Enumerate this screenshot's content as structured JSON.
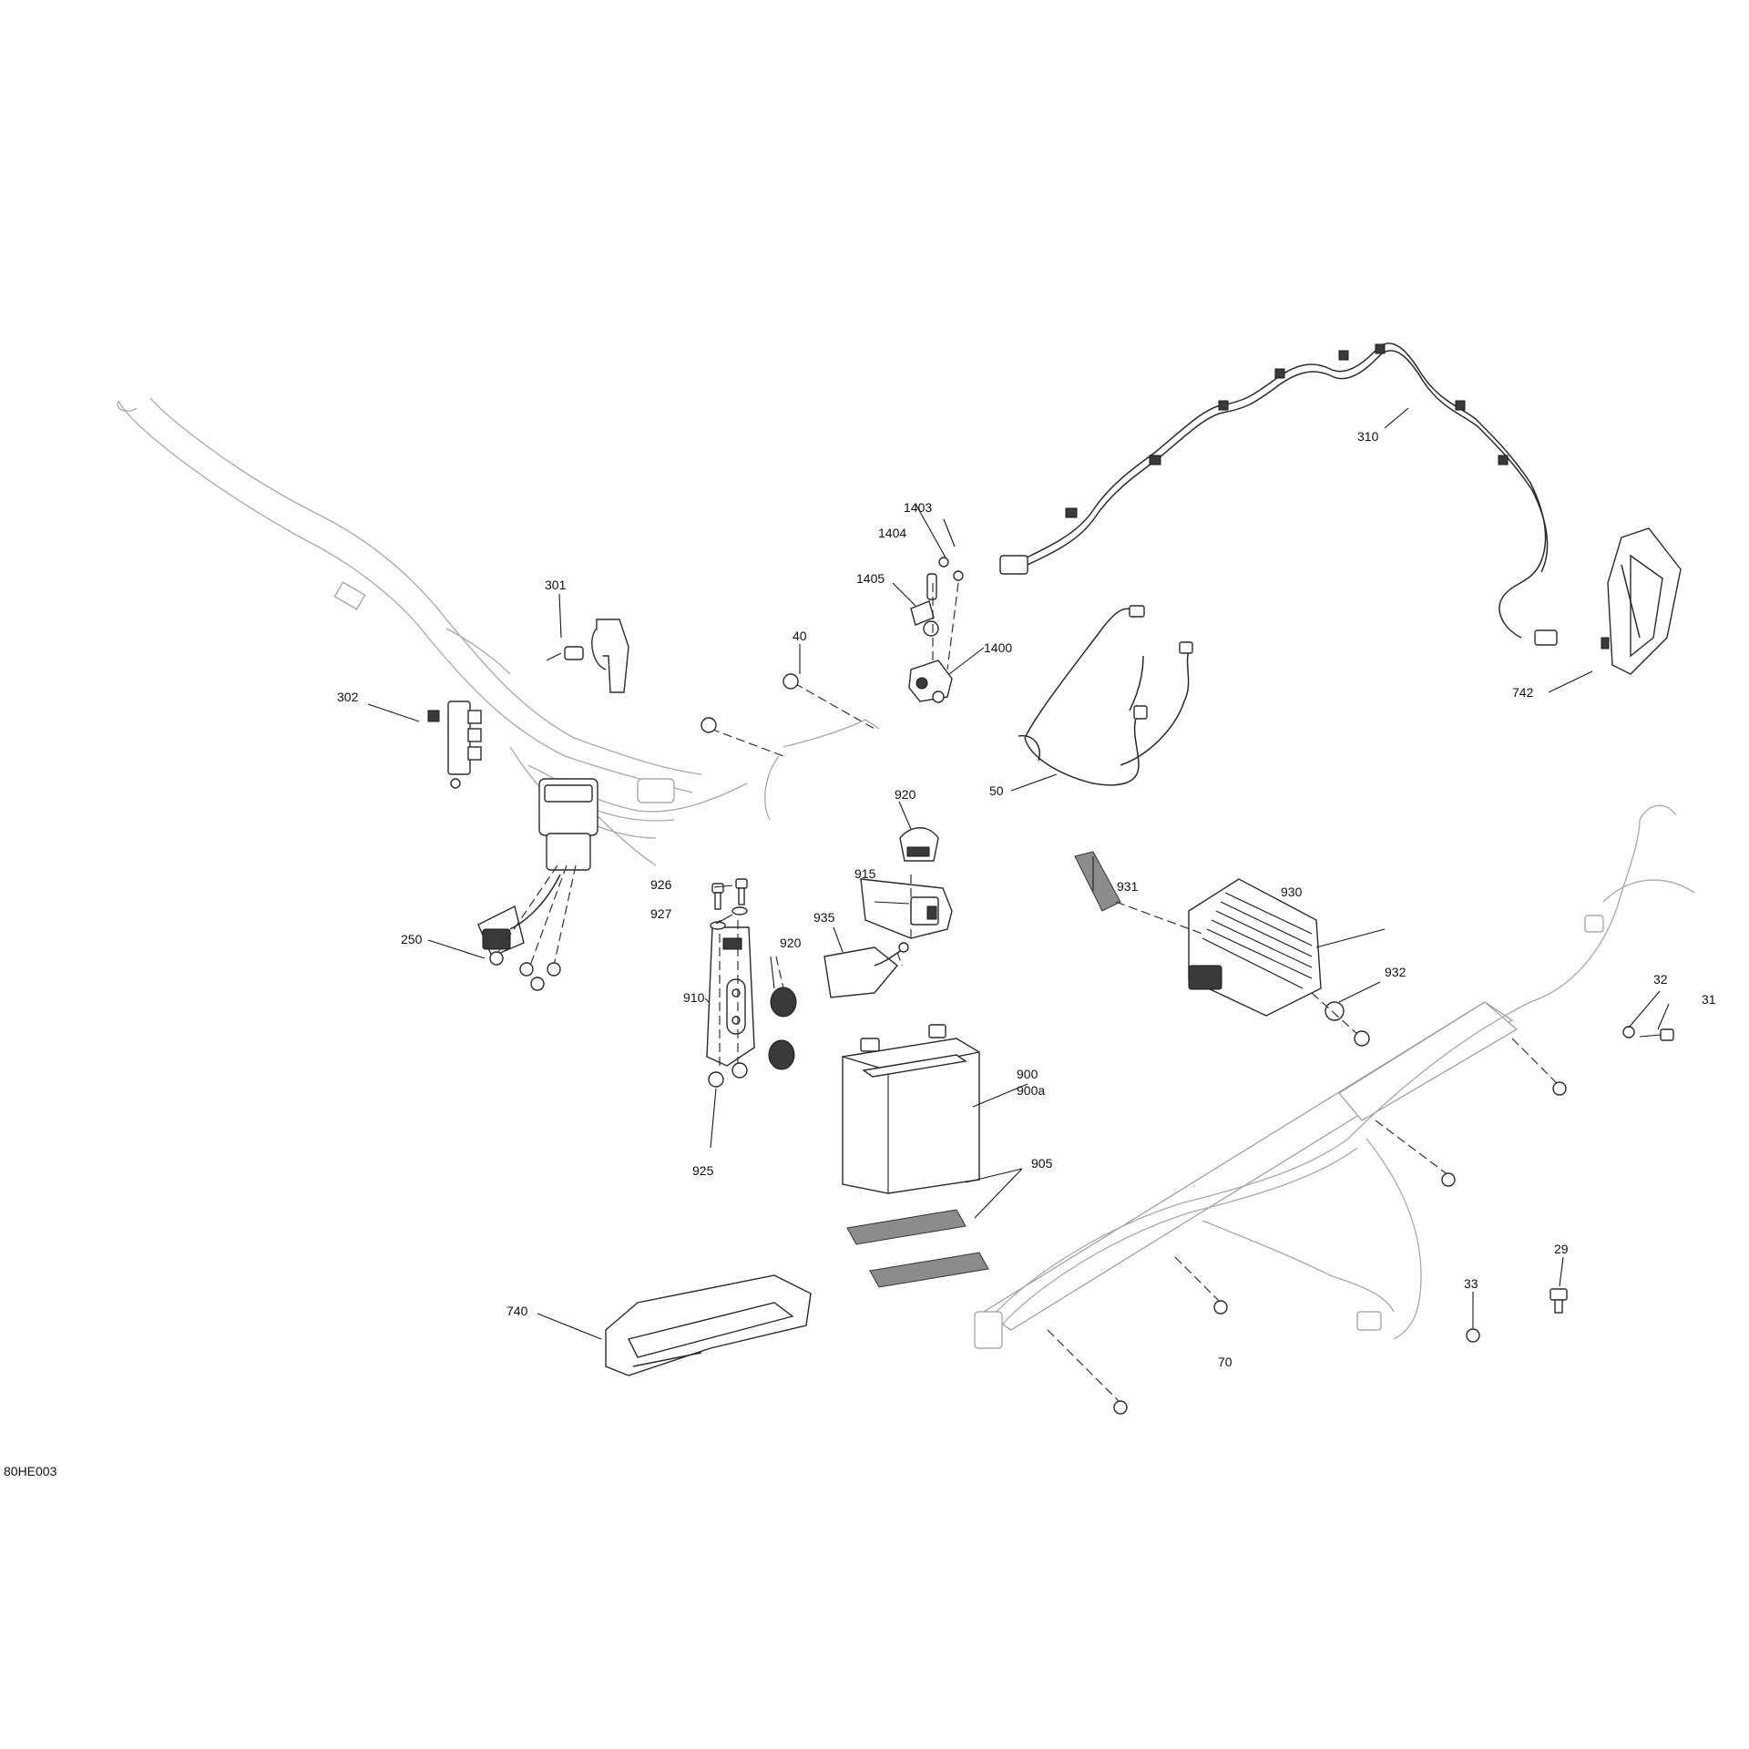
{
  "figure_code": "80HE003",
  "callouts": {
    "c29": "29",
    "c31": "31",
    "c32": "32",
    "c33": "33",
    "c40": "40",
    "c50": "50",
    "c70": "70",
    "c250": "250",
    "c301": "301",
    "c302": "302",
    "c310": "310",
    "c740": "740",
    "c742": "742",
    "c900": "900",
    "c900a": "900a",
    "c905": "905",
    "c910": "910",
    "c915": "915",
    "c920_top": "920",
    "c920_mid": "920",
    "c925": "925",
    "c926": "926",
    "c927": "927",
    "c930": "930",
    "c931": "931",
    "c932": "932",
    "c935": "935",
    "c1400": "1400",
    "c1403": "1403",
    "c1404": "1404",
    "c1405": "1405"
  }
}
